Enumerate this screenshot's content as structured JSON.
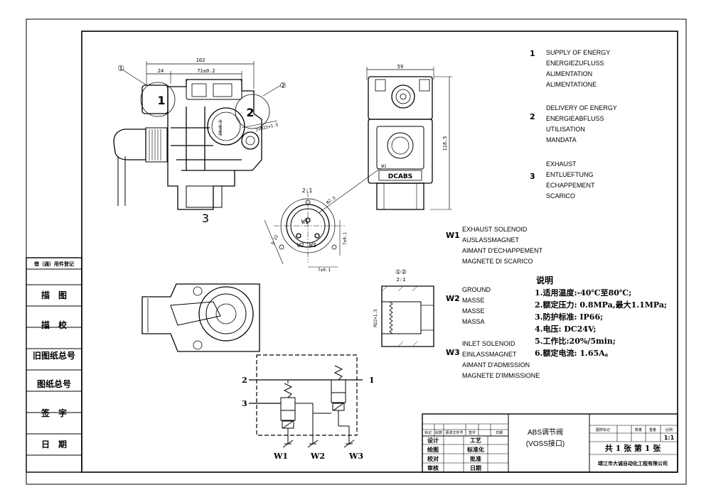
{
  "left_panel": {
    "header": "借（通）用件登记",
    "rows": [
      "描　图",
      "描　校",
      "旧图纸总号",
      "图纸总号",
      "签　字",
      "日　期"
    ]
  },
  "top_view": {
    "callout_1": "①",
    "callout_2": "②",
    "dim_total": "102",
    "dim_24": "24",
    "dim_71": "71±0.2",
    "dim_20": "20±0.2",
    "dim_m22": "2×M22×1.5",
    "port_1": "1",
    "port_2": "2",
    "port_3": "3"
  },
  "side_view": {
    "dim_width": "59",
    "dim_height": "118.5",
    "label_w1": "W1",
    "brand": "DCABS"
  },
  "connector_view": {
    "scale": "2:1",
    "dim_phi": "φ2.5",
    "dim_d": "D 22",
    "dim_7a": "7±0.1",
    "dim_7b": "7±0.1",
    "pin_w1": "W1",
    "pin_w2": "W2",
    "pin_w3": "W3"
  },
  "section_view": {
    "callout": "①②",
    "scale": "2:1",
    "dim_thread": "M22×1.5"
  },
  "ports_legend": [
    {
      "num": "1",
      "lines": [
        "SUPPLY OF ENERGY",
        "ENERGIEZUFLUSS",
        "ALIMENTATION",
        "ALIMENTATIONE"
      ]
    },
    {
      "num": "2",
      "lines": [
        "DELIVERY OF ENERGY",
        "ENERGIEABFLUSS",
        "UTILISATION",
        "MANDATA"
      ]
    },
    {
      "num": "3",
      "lines": [
        "EXHAUST",
        "ENTLUEFTUNG",
        "ECHAPPEMENT",
        "SCARICO"
      ]
    }
  ],
  "wire_legend": [
    {
      "num": "W1",
      "lines": [
        "EXHAUST SOLENOID",
        "AUSLASSMAGNET",
        "AIMANT D'ECHAPPEMENT",
        "MAGNETE DI SCARICO"
      ]
    },
    {
      "num": "W2",
      "lines": [
        "GROUND",
        "MASSE",
        "MASSE",
        "MASSA"
      ]
    },
    {
      "num": "W3",
      "lines": [
        "INLET SOLENOID",
        "EINLASSMAGNET",
        "AIMANT D'ADMISSION",
        "MAGNETE D'IMMISSIONE"
      ]
    }
  ],
  "notes": {
    "title": "说明",
    "items": [
      "1.适用温度:-40℃至80℃;",
      "2.额定压力: 0.8MPa,最大1.1MPa;",
      "3.防护标准: IP66;",
      "4.电压: DC24V;",
      "5.工作比:20%/5min;",
      "6.额定电流: 1.65A。"
    ]
  },
  "schematic": {
    "port_2": "2",
    "port_1": "1",
    "port_3": "3",
    "w1": "W1",
    "w2": "W2",
    "w3": "W3"
  },
  "title_block": {
    "header_cells": [
      "标记",
      "处数",
      "更改文件号",
      "签字",
      "日期"
    ],
    "rows": [
      [
        "设计",
        "",
        "工艺",
        ""
      ],
      [
        "绘图",
        "",
        "标准化",
        ""
      ],
      [
        "校对",
        "",
        "批准",
        ""
      ],
      [
        "审核",
        "",
        "日期",
        ""
      ]
    ],
    "part_name": "ABS调节阀",
    "part_sub": "(VOSS接口)",
    "right_header": [
      "图样标记",
      "数量",
      "重量",
      "比例"
    ],
    "scale": "1:1",
    "sheets": "共 1 张  第 1 张",
    "company": "靖江市大诚自动化工程有限公司"
  }
}
